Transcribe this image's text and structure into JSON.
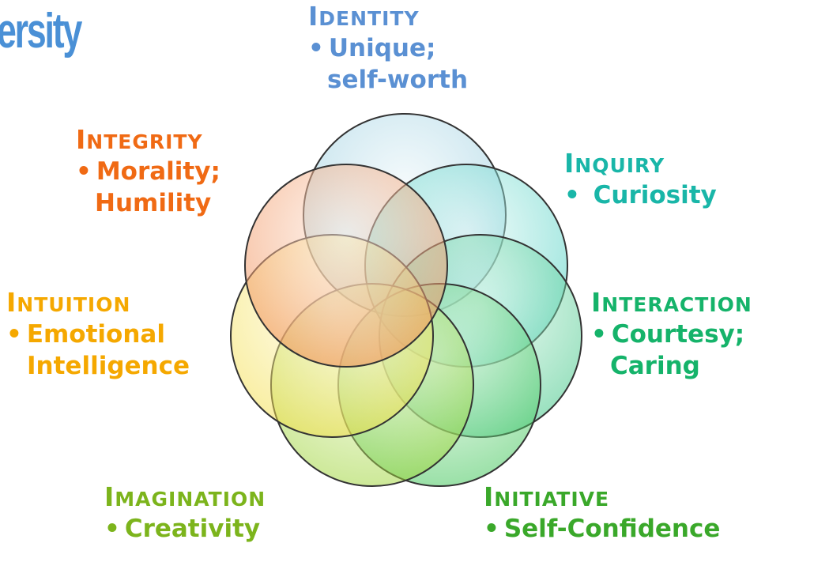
{
  "title_fragment": "ersity",
  "groups": {
    "identity": {
      "head_cap": "I",
      "head_rest": "DENTITY",
      "bullet": "•",
      "line1": "Unique;",
      "line2": "self-worth",
      "color": "#5a90d3"
    },
    "integrity": {
      "head_cap": "I",
      "head_rest": "NTEGRITY",
      "bullet": "•",
      "line1": "Morality;",
      "line2": "Humility",
      "color": "#f06a14"
    },
    "inquiry": {
      "head_cap": "I",
      "head_rest": "NQUIRY",
      "bullet": "•",
      "line1": "Curiosity",
      "color": "#19b6a8"
    },
    "intuition": {
      "head_cap": "I",
      "head_rest": "NTUITION",
      "bullet": "•",
      "line1": "Emotional",
      "line2": "Intelligence",
      "color": "#f5a800"
    },
    "interaction": {
      "head_cap": "I",
      "head_rest": "NTERACTION",
      "bullet": "•",
      "line1": "Courtesy;",
      "line2": "Caring",
      "color": "#15b36a"
    },
    "imagination": {
      "head_cap": "I",
      "head_rest": "MAGINATION",
      "bullet": "•",
      "line1": "Creativity",
      "color": "#7cb41c"
    },
    "initiative": {
      "head_cap": "I",
      "head_rest": "NITIATIVE",
      "bullet": "•",
      "line1": "Self-Confidence",
      "color": "#3aa82a"
    }
  },
  "circle_colors": {
    "identity": "#8cc8dc",
    "inquiry": "#2ec8b8",
    "interaction": "#2cc07a",
    "initiative": "#35c24f",
    "imagination": "#9ad230",
    "intuition": "#f2dc40",
    "integrity": "#f08a50"
  }
}
